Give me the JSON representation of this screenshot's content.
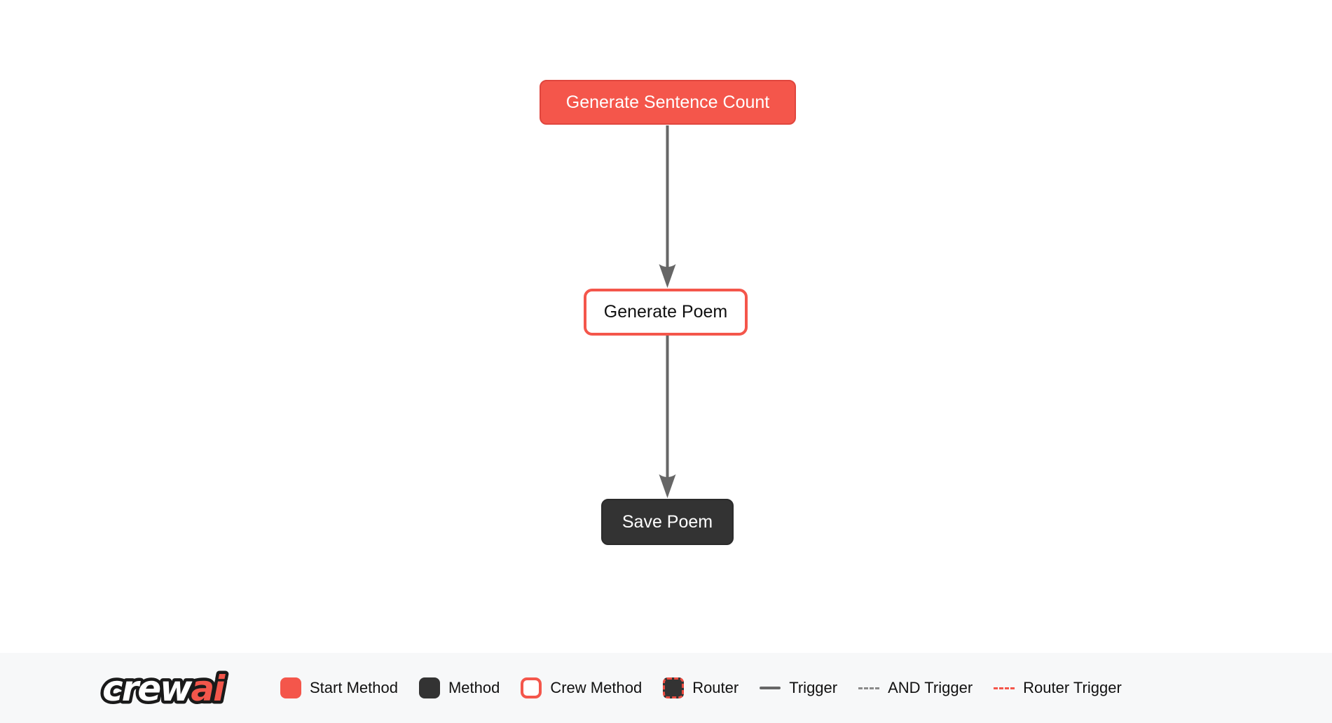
{
  "flow": {
    "nodes": [
      {
        "label": "Generate Sentence Count",
        "type": "start-method"
      },
      {
        "label": "Generate Poem",
        "type": "crew-method"
      },
      {
        "label": "Save Poem",
        "type": "method"
      }
    ],
    "edges": [
      {
        "from": "Generate Sentence Count",
        "to": "Generate Poem",
        "type": "trigger"
      },
      {
        "from": "Generate Poem",
        "to": "Save Poem",
        "type": "trigger"
      }
    ]
  },
  "legend": {
    "logo": {
      "crew": "crew",
      "ai": "ai"
    },
    "items": [
      {
        "label": "Start Method"
      },
      {
        "label": "Method"
      },
      {
        "label": "Crew Method"
      },
      {
        "label": "Router"
      },
      {
        "label": "Trigger"
      },
      {
        "label": "AND Trigger"
      },
      {
        "label": "Router Trigger"
      }
    ]
  },
  "colors": {
    "start_method": "#f4564b",
    "start_method_border": "#e0463e",
    "method_dark": "#333333",
    "crew_border": "#f4564b",
    "trigger_line": "#666666",
    "and_trigger_line": "#8a8a8a",
    "router_trigger_line": "#f4564b",
    "legend_background": "#f7f8f9",
    "page_background": "#ffffff"
  }
}
